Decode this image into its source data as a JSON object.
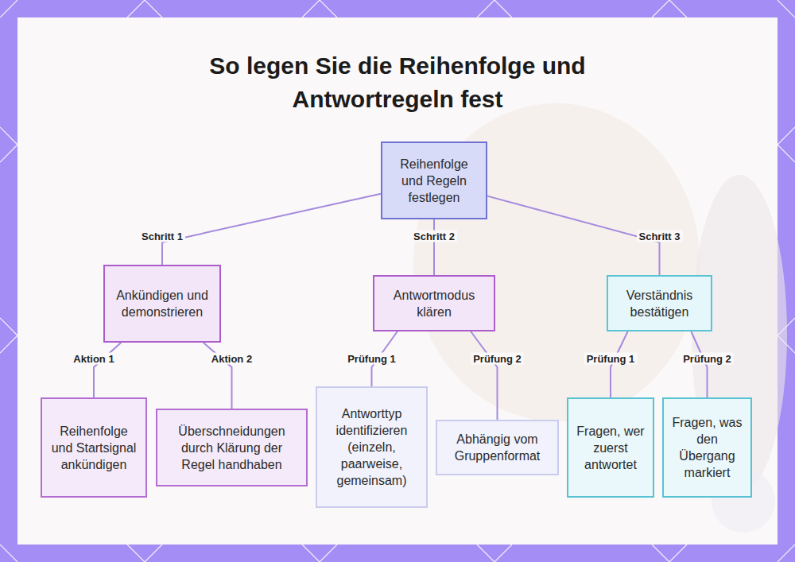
{
  "diagram": {
    "title": "So legen Sie die Reihenfolge und Antwortregeln fest",
    "nodes": [
      {
        "text": [
          "Reihenfolge und Regeln festlegen"
        ]
      },
      {
        "text": [
          "Ankündigen und demonstrieren"
        ]
      },
      {
        "text": [
          "Antwortmodus klären"
        ]
      },
      {
        "text": [
          "Verständnis bestätigen"
        ]
      },
      {
        "text": [
          "Reihenfolge und Startsignal ankündigen"
        ]
      },
      {
        "text": [
          "Überschneidungen durch Klärung der Regel handhaben"
        ]
      },
      {
        "text": [
          "Antworttyp identifizieren (einzeln, paarweise, gemeinsam)"
        ]
      },
      {
        "text": [
          "Abhängig vom Gruppenformat"
        ]
      },
      {
        "text": [
          "Fragen, wer zuerst antwortet"
        ]
      },
      {
        "text": [
          "Fragen, was den Übergang markiert"
        ]
      }
    ],
    "edges": [
      {
        "from": 0,
        "to": 1,
        "arrow": "none",
        "label": "Schritt 1"
      },
      {
        "from": 0,
        "to": 2,
        "arrow": "none",
        "label": "Schritt 2"
      },
      {
        "from": 0,
        "to": 3,
        "arrow": "none",
        "label": "Schritt 3"
      },
      {
        "from": 1,
        "to": 4,
        "arrow": "none",
        "label": "Aktion 1"
      },
      {
        "from": 1,
        "to": 5,
        "arrow": "none",
        "label": "Aktion 2"
      },
      {
        "from": 2,
        "to": 6,
        "arrow": "none",
        "label": "Prüfung 1"
      },
      {
        "from": 2,
        "to": 7,
        "arrow": "none",
        "label": "Prüfung 2"
      },
      {
        "from": 3,
        "to": 8,
        "arrow": "none",
        "label": "Prüfung 1"
      },
      {
        "from": 3,
        "to": 9,
        "arrow": "none",
        "label": "Prüfung 2"
      }
    ]
  }
}
